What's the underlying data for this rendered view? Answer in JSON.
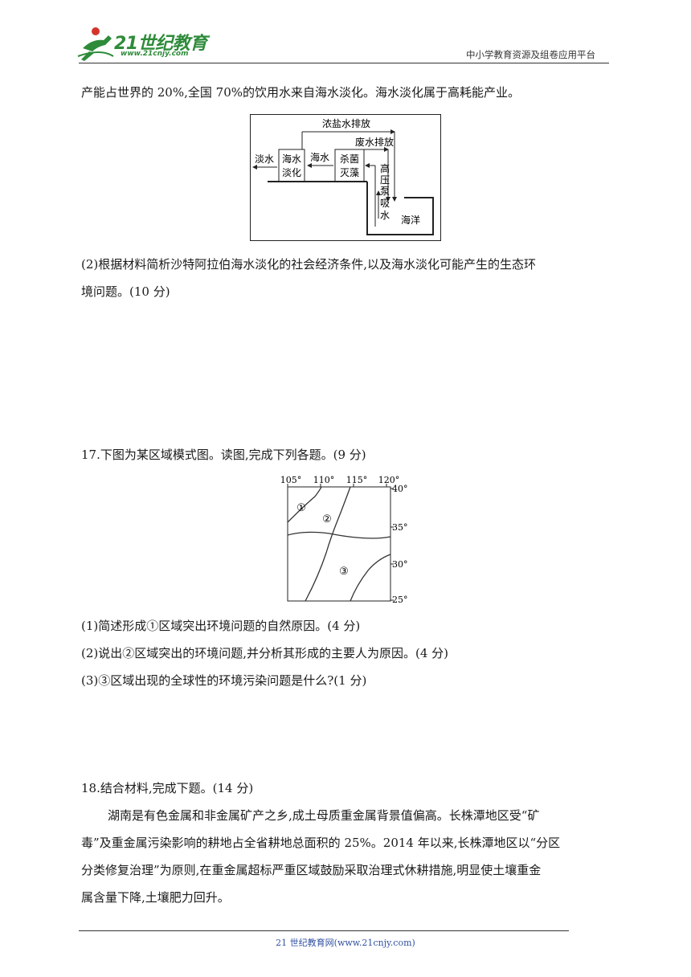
{
  "header": {
    "logo_text": "21世纪教育",
    "logo_url": "www.21cnjy.com",
    "right": "中小学教育资源及组卷应用平台"
  },
  "intro_line": "产能占世界的 20%,全国 70%的饮用水来自海水淡化。海水淡化属于高耗能产业。",
  "flow_diagram": {
    "labels": {
      "brine": "浓盐水排放",
      "waste": "废水排放",
      "fresh": "淡水",
      "desal_1": "海水",
      "desal_2": "淡化",
      "seawater": "海水",
      "steril_1": "杀菌",
      "steril_2": "灭藻",
      "pump_1": "高",
      "pump_2": "压",
      "pump_3": "泵",
      "pump_4": "吸",
      "pump_5": "水",
      "ocean": "海洋"
    }
  },
  "q16_2": {
    "line1": "(2)根据材料简析沙特阿拉伯海水淡化的社会经济条件,以及海水淡化可能产生的生态环",
    "line2": "境问题。(10 分)"
  },
  "q17": {
    "title": "17.下图为某区域模式图。读图,完成下列各题。(9 分)",
    "map": {
      "lon_labels": [
        "105°",
        "110°",
        "115°",
        "120°"
      ],
      "lat_labels": [
        "40°",
        "35°",
        "30°",
        "25°"
      ],
      "region_1": "①",
      "region_2": "②",
      "region_3": "③"
    },
    "sub1": "(1)简述形成①区域突出环境问题的自然原因。(4 分)",
    "sub2": "(2)说出②区域突出的环境问题,并分析其形成的主要人为原因。(4 分)",
    "sub3": "(3)③区域出现的全球性的环境污染问题是什么?(1 分)"
  },
  "q18": {
    "title": "18.结合材料,完成下题。(14 分)",
    "line1": "湖南是有色金属和非金属矿产之乡,成土母质重金属背景值偏高。长株潭地区受“矿",
    "line2": "毒”及重金属污染影响的耕地占全省耕地总面积的 25%。2014 年以来,长株潭地区以“分区",
    "line3": "分类修复治理”为原则,在重金属超标严重区域鼓励采取治理式休耕措施,明显使土壤重金",
    "line4": "属含量下降,土壤肥力回升。"
  },
  "footer": {
    "text": "21 世纪教育网(www.21cnjy.com)"
  }
}
